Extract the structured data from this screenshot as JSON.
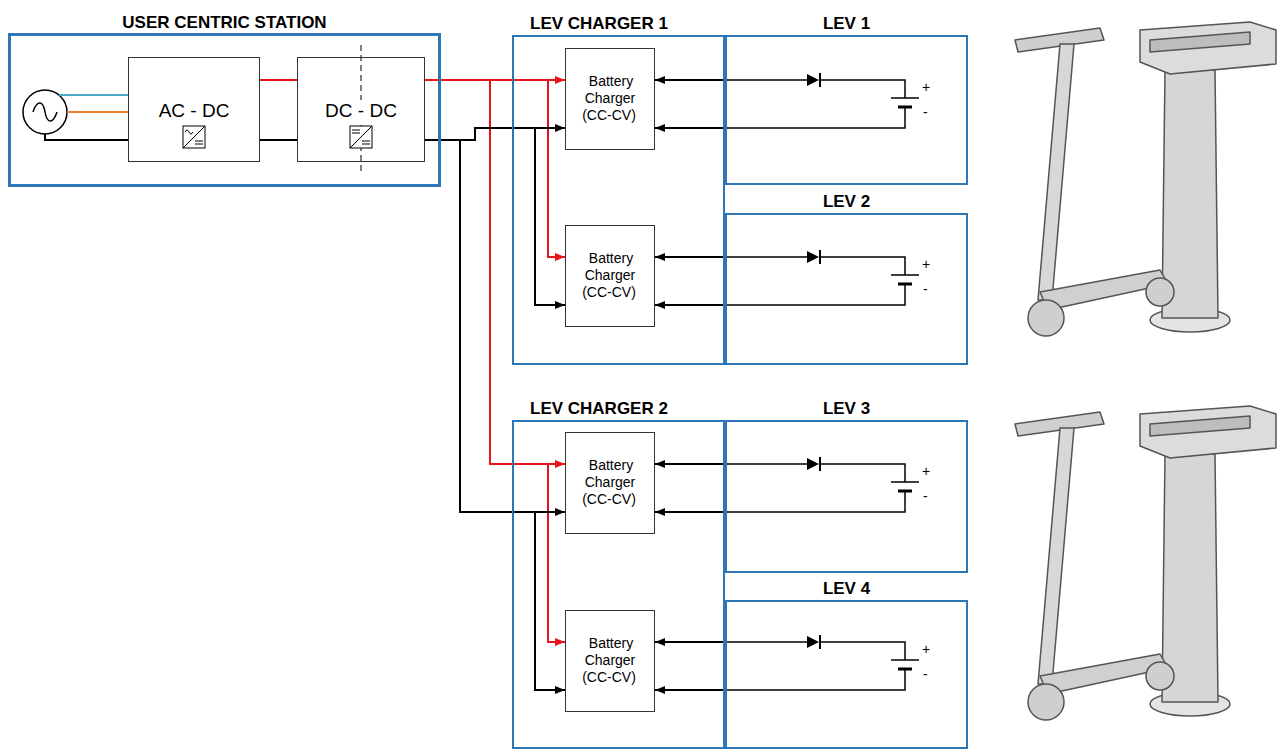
{
  "diagram": {
    "nodes": [
      {
        "text": [
          "USER CENTRIC STATION"
        ]
      },
      {
        "text": [
          "AC - DC"
        ],
        "in": 0
      },
      {
        "text": [
          "DC - DC"
        ],
        "in": 0
      },
      {
        "text": [
          "LEV CHARGER 1"
        ]
      },
      {
        "text": [
          "Battery Charger (CC-CV)"
        ],
        "in": 3
      },
      {
        "text": [
          "Battery Charger (CC-CV)"
        ],
        "in": 3
      },
      {
        "text": [
          "LEV  1"
        ]
      },
      {
        "text": [
          "LEV  2"
        ]
      },
      {
        "text": [
          "LEV CHARGER 2"
        ]
      },
      {
        "text": [
          "Battery Charger (CC-CV)"
        ],
        "in": 8
      },
      {
        "text": [
          "Battery Charger (CC-CV)"
        ],
        "in": 8
      },
      {
        "text": [
          "LEV  3"
        ]
      },
      {
        "text": [
          "LEV  4"
        ]
      }
    ],
    "edges": [
      {
        "from": 2,
        "to": 4,
        "arrow": "to"
      },
      {
        "from": 2,
        "to": 5,
        "arrow": "to"
      },
      {
        "from": 2,
        "to": 9,
        "arrow": "to"
      },
      {
        "from": 2,
        "to": 10,
        "arrow": "to"
      },
      {
        "from": 6,
        "to": 4,
        "arrow": "to"
      },
      {
        "from": 7,
        "to": 5,
        "arrow": "to"
      },
      {
        "from": 11,
        "to": 9,
        "arrow": "to"
      },
      {
        "from": 12,
        "to": 10,
        "arrow": "to"
      }
    ],
    "labels": [
      "+",
      "-",
      "+",
      "-",
      "+",
      "-",
      "+",
      "-"
    ]
  }
}
